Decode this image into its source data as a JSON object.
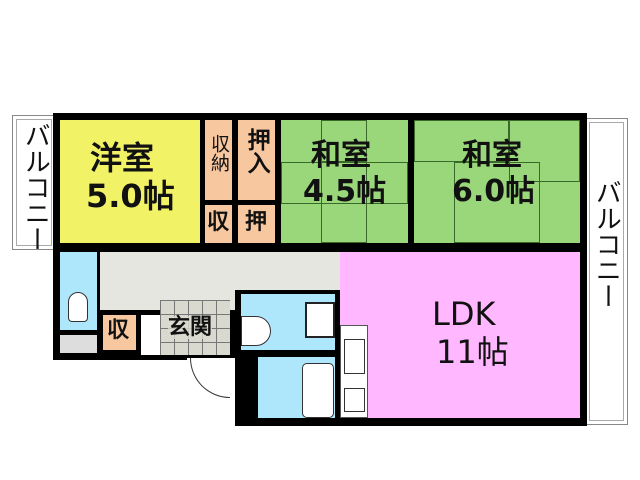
{
  "balcony_left": {
    "label": "バルコニー"
  },
  "balcony_right": {
    "label": "バルコニー"
  },
  "rooms": {
    "western": {
      "name": "洋室",
      "size": "5.0帖",
      "color": "#f2f266"
    },
    "storage_nou": {
      "label": "収納",
      "color": "#f7c7a0"
    },
    "storage_small1": {
      "label": "収"
    },
    "oshiire": {
      "label": "押入"
    },
    "oshi_small": {
      "label": "押"
    },
    "washitsu1": {
      "name": "和室",
      "size": "4.5帖",
      "color": "#9ad67a"
    },
    "washitsu2": {
      "name": "和室",
      "size": "6.0帖",
      "color": "#9ad67a"
    },
    "ldk": {
      "name": "LDK",
      "size": "11帖",
      "color": "#ffb8ff"
    },
    "genkan": {
      "label": "玄関"
    },
    "storage_small2": {
      "label": "収"
    },
    "wet_color": "#aee6fb",
    "hall_color": "#e6e6e0"
  }
}
